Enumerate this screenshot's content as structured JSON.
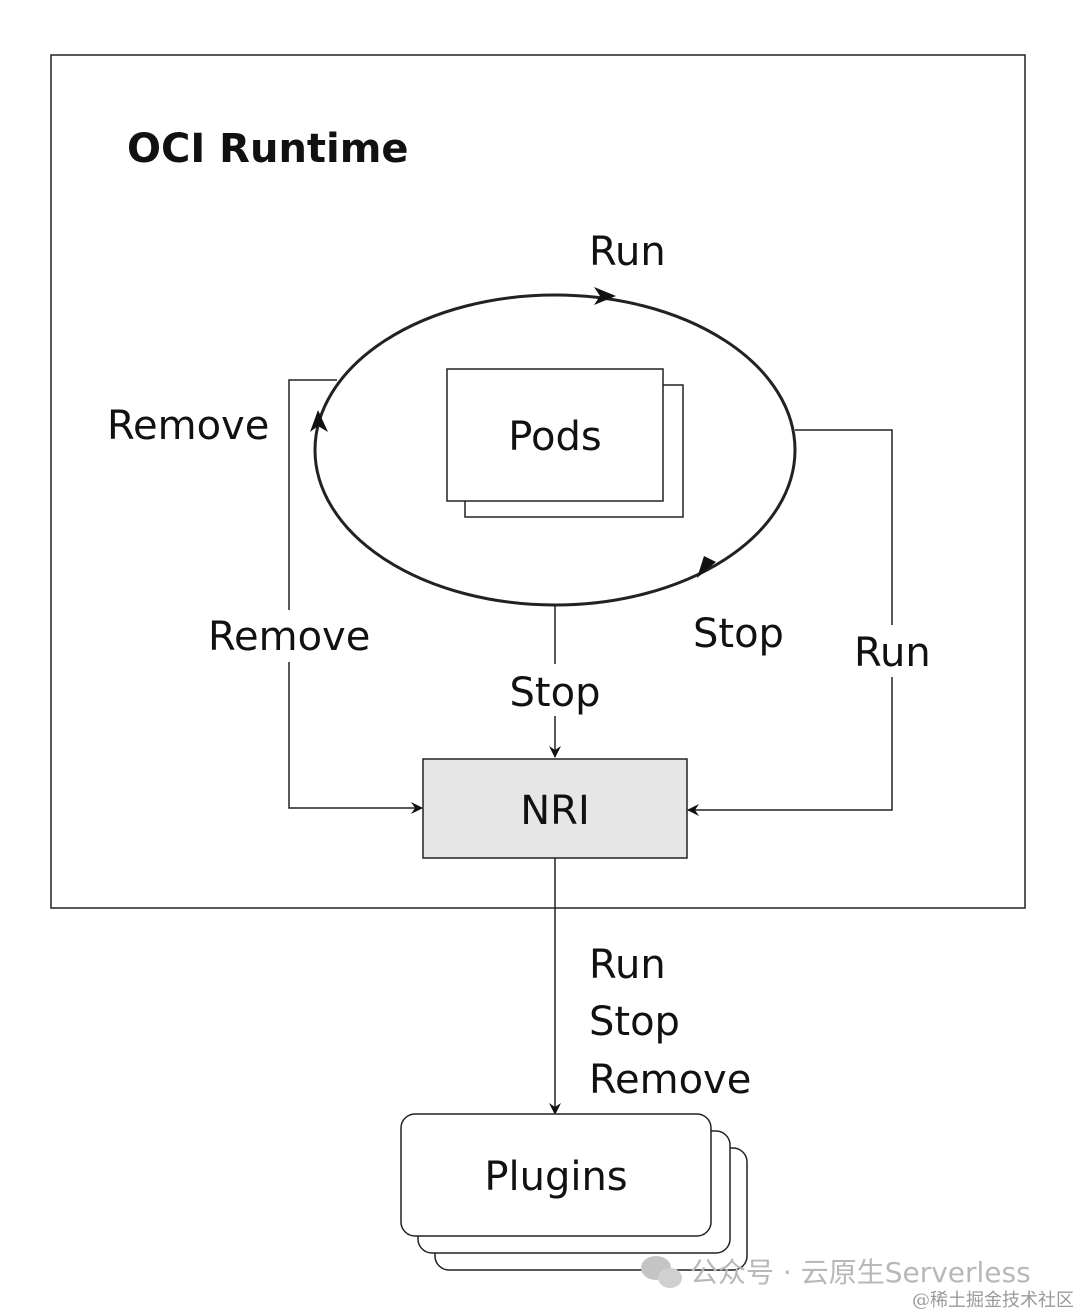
{
  "diagram": {
    "title": "OCI Runtime",
    "nodes": {
      "pods": "Pods",
      "nri": "NRI",
      "plugins": "Plugins"
    },
    "edge_labels": {
      "cycle_top_run": "Run",
      "cycle_right_stop": "Stop",
      "left_remove_upper": "Remove",
      "left_remove_lower": "Remove",
      "center_stop": "Stop",
      "right_run": "Run",
      "plugins_run": "Run",
      "plugins_stop": "Stop",
      "plugins_remove": "Remove"
    }
  },
  "watermark": {
    "account": "公众号 · 云原生Serverless",
    "site": "@稀土掘金技术社区"
  },
  "colors": {
    "stroke": "#111111",
    "nri_fill": "#e6e6e6",
    "watermark": "#b8b8b8"
  }
}
